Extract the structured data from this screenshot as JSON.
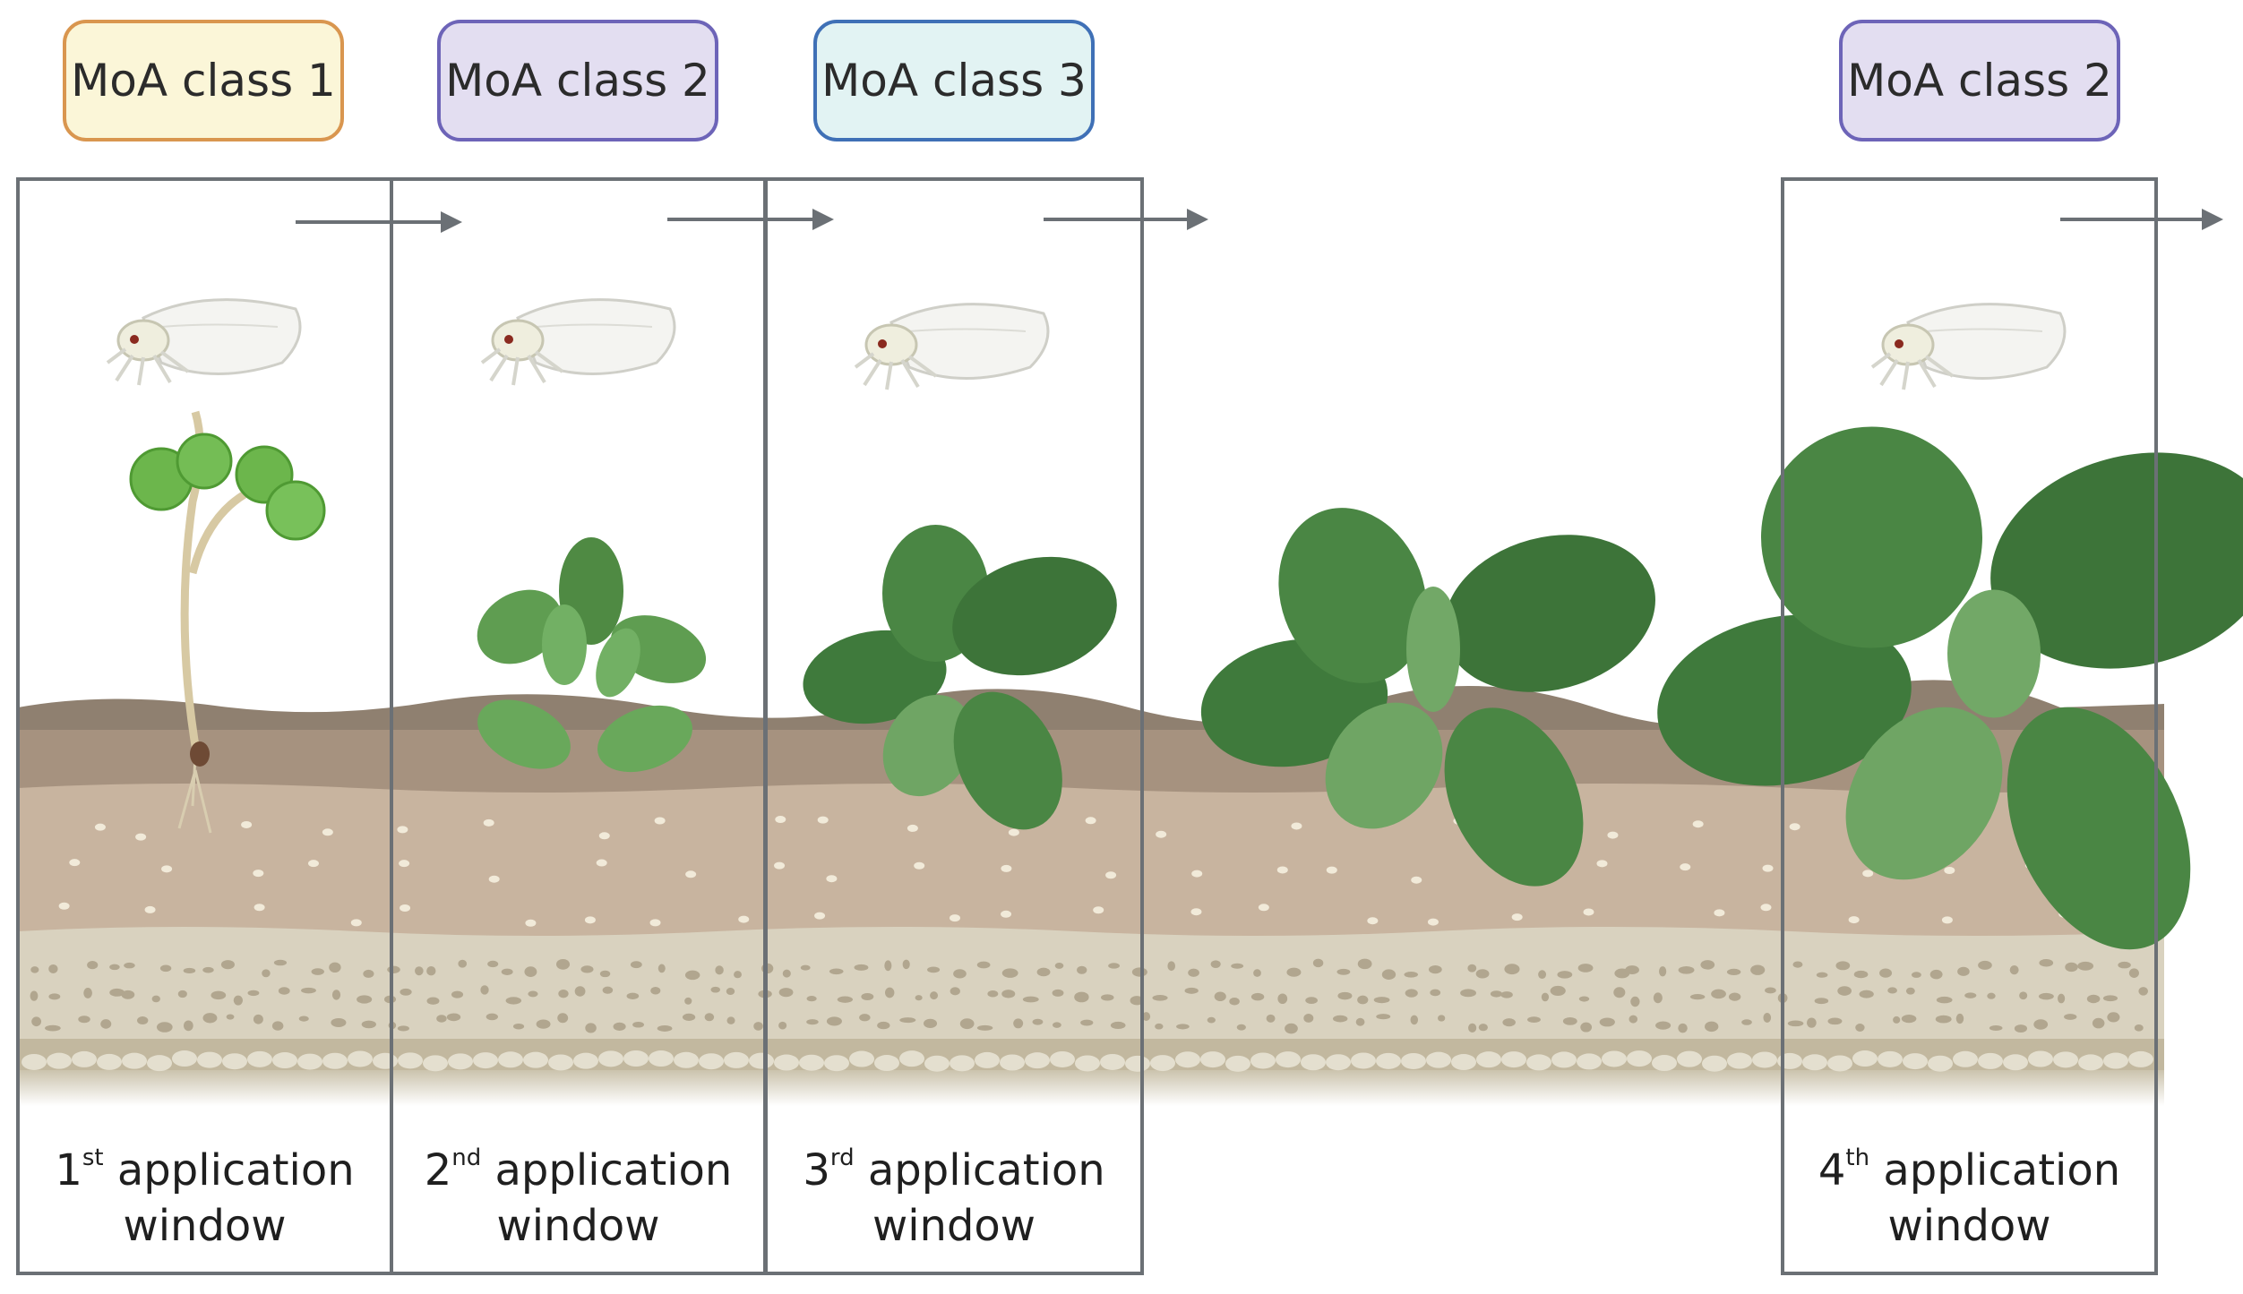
{
  "moa_tags": [
    {
      "label": "MoA class 1",
      "fill": "#fbf6d8",
      "border": "#d9964f"
    },
    {
      "label": "MoA class 2",
      "fill": "#e3def1",
      "border": "#6d64b8"
    },
    {
      "label": "MoA class 3",
      "fill": "#e2f3f3",
      "border": "#3f70b6"
    },
    {
      "label": "MoA class 2",
      "fill": "#e3def1",
      "border": "#6d64b8"
    }
  ],
  "windows": [
    {
      "num": "1",
      "sup": "st",
      "line1": "application",
      "line2": "window"
    },
    {
      "num": "2",
      "sup": "nd",
      "line1": "application",
      "line2": "window"
    },
    {
      "num": "3",
      "sup": "rd",
      "line1": "application",
      "line2": "window"
    },
    {
      "num": "4",
      "sup": "th",
      "line1": "application",
      "line2": "window"
    }
  ],
  "colors": {
    "frame": "#6b7075",
    "arrow": "#6b7075",
    "topsoil": "#8a7b6c",
    "subsoil_dark": "#a99583",
    "subsoil_light": "#c9b7a3",
    "gravel": "#d8d1bf",
    "stone": "#cfc6b0",
    "leaf_dark": "#3f7a3c",
    "leaf_light": "#6fa564",
    "seedling": "#6db34a",
    "insect": "#f3f3ee"
  },
  "icons": [
    "whitefly-icon",
    "seedling-icon",
    "plant-icon",
    "arrow-right-icon"
  ]
}
